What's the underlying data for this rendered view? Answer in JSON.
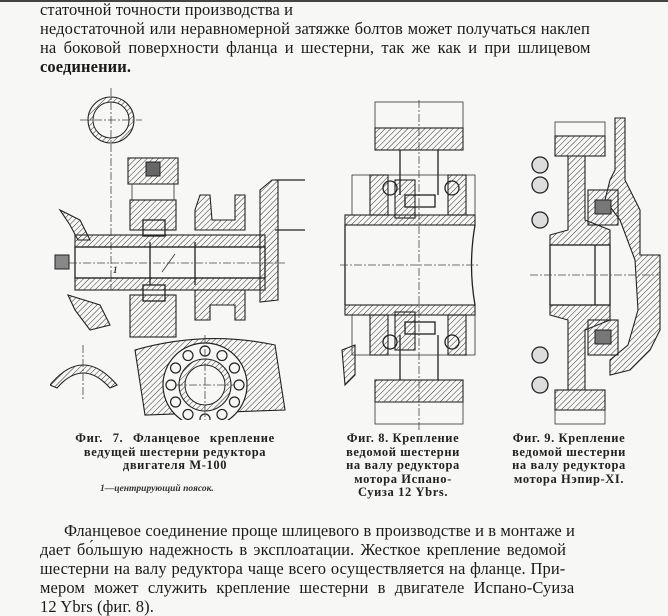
{
  "top_text": {
    "lines": [
      "статочной точности производства и",
      "недостаточной или неравномерной затяжке болтов может получаться наклеп",
      "на боковой поверхности фланца и шестерни, так же как и при шлицевом",
      "соединении."
    ]
  },
  "figures": [
    {
      "id": "fig7",
      "caption_lines": [
        "Фиг. 7. Фланцевое крепление",
        "ведущей шестерни редуктора",
        "двигателя М-100"
      ],
      "note": "1—центрирующий поясок.",
      "part_label": "1"
    },
    {
      "id": "fig8",
      "caption_lines": [
        "Фиг. 8. Крепление",
        "ведомой шестерни",
        "на валу редуктора",
        "мотора Испано-",
        "Суиза 12 Ybrs."
      ]
    },
    {
      "id": "fig9",
      "caption_lines": [
        "Фиг. 9. Крепление",
        "ведомой шестерни",
        "на валу редуктора",
        "мотора Нэпир-XI."
      ]
    }
  ],
  "bottom_text": {
    "lines": [
      "Фланцевое соединение проще шлицевого в производстве и в монтаже и",
      "дает бо́льшую надежность в эксплоатации. Жесткое крепление ведомой",
      "шестерни на валу редуктора чаще всего осуществляется на фланце. При-",
      "мером может служить крепление шестерни в двигателе Испано-Суиза",
      "12 Ybrs (фиг. 8)."
    ]
  }
}
